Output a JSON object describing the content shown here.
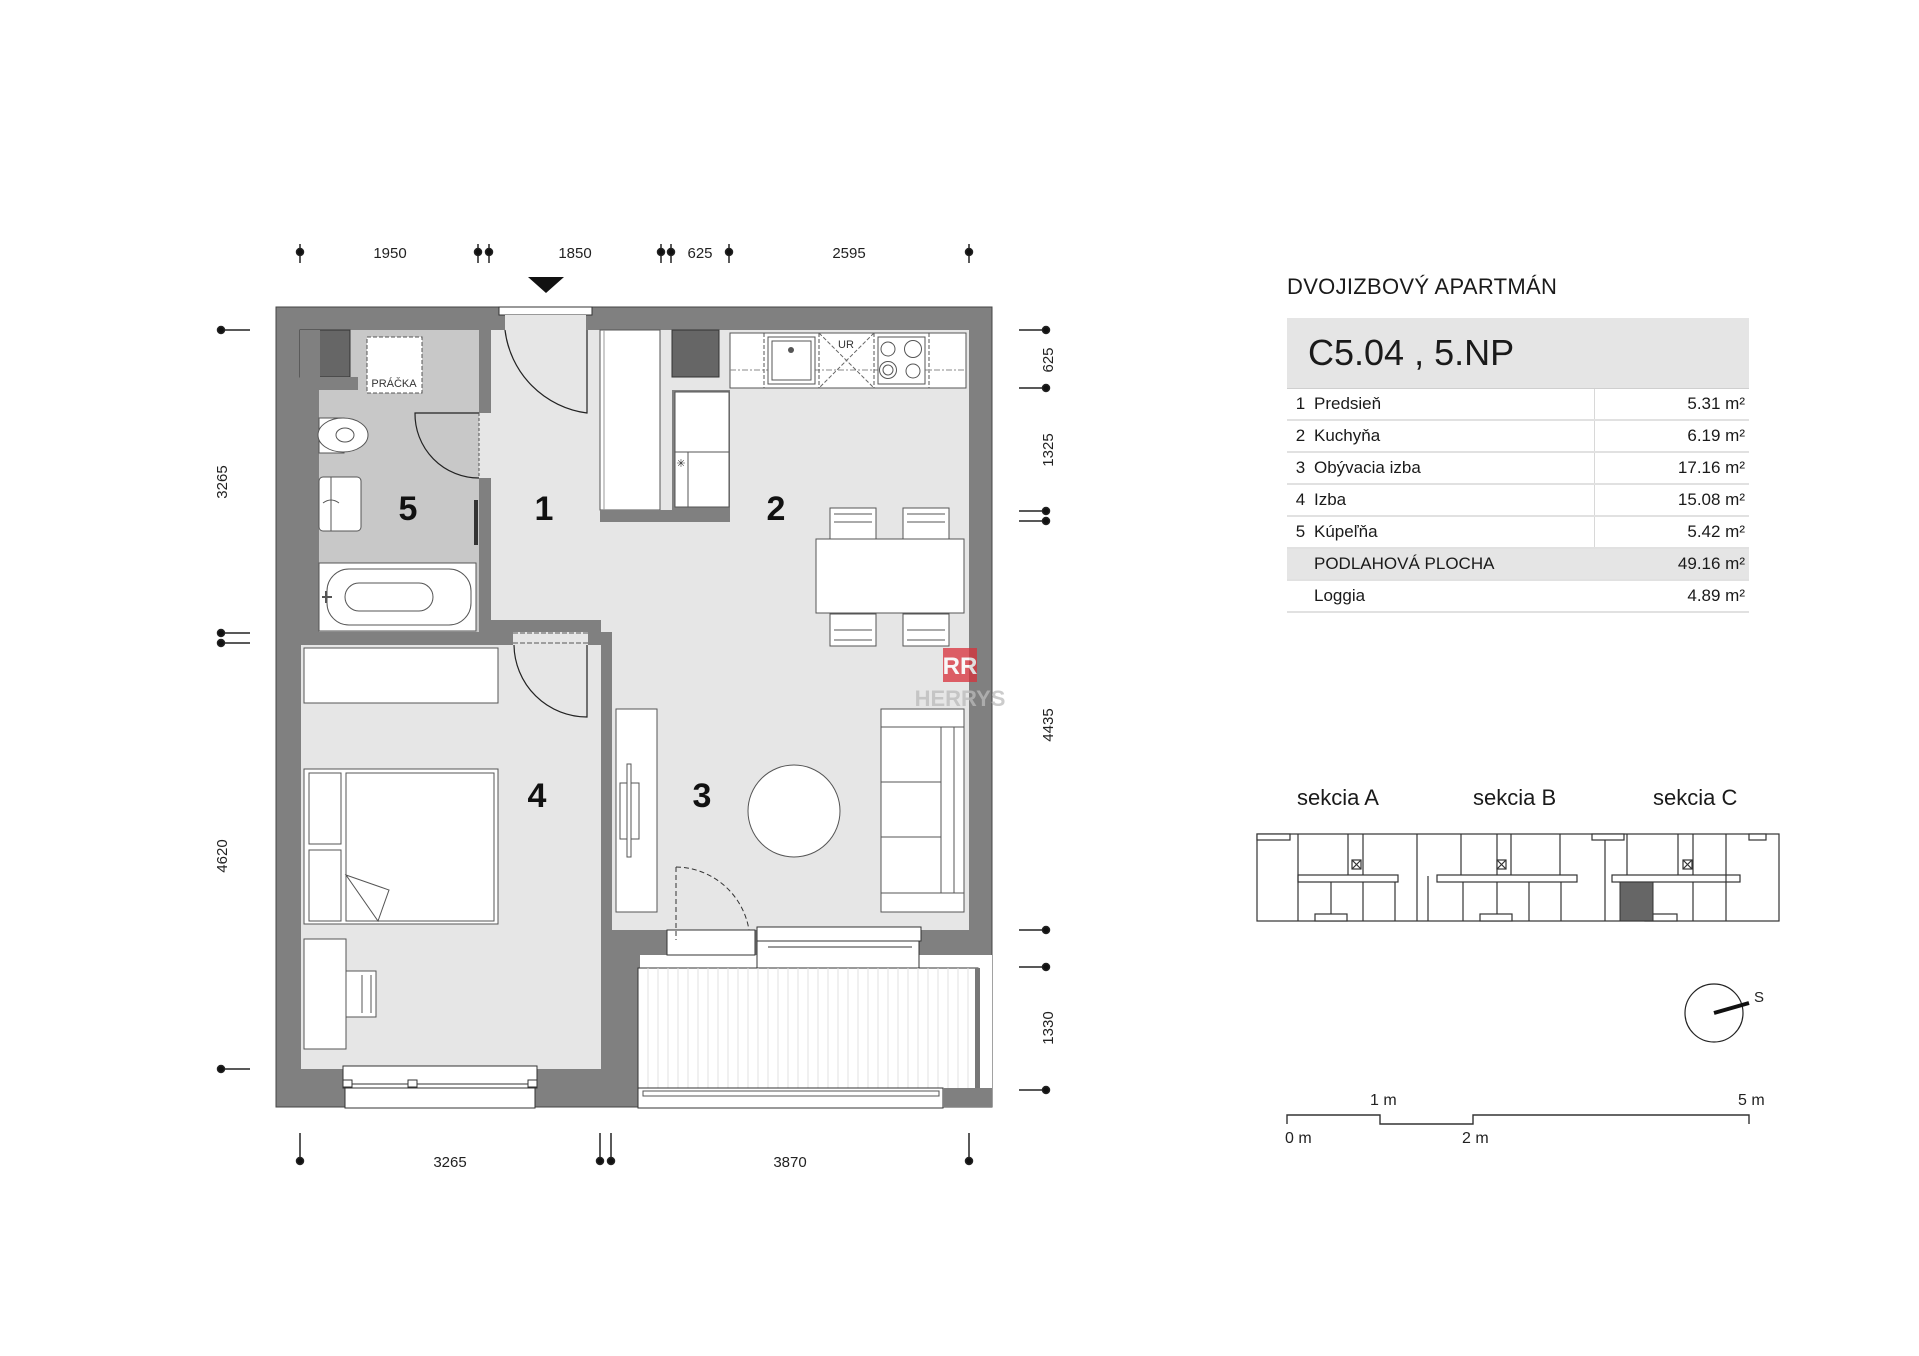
{
  "apartment": {
    "type_title": "DVOJIZBOVÝ APARTMÁN",
    "unit_label": "C5.04 ,  5.NP",
    "rooms": [
      {
        "num": "1",
        "name": "Predsieň",
        "area": "5.31 m²"
      },
      {
        "num": "2",
        "name": "Kuchyňa",
        "area": "6.19 m²"
      },
      {
        "num": "3",
        "name": "Obývacia izba",
        "area": "17.16 m²"
      },
      {
        "num": "4",
        "name": "Izba",
        "area": "15.08 m²"
      },
      {
        "num": "5",
        "name": "Kúpeľňa",
        "area": "5.42 m²"
      }
    ],
    "total": {
      "label": "PODLAHOVÁ PLOCHA",
      "area": "49.16 m²"
    },
    "loggia": {
      "label": "Loggia",
      "area": "4.89 m²"
    }
  },
  "floor_plan": {
    "room_numbers": [
      "1",
      "2",
      "3",
      "4",
      "5"
    ],
    "labels": {
      "washer": "PRÁČKA",
      "fridge": "UR"
    },
    "dimensions": {
      "top": [
        "1950",
        "1850",
        "625",
        "2595"
      ],
      "bottom": [
        "3265",
        "3870"
      ],
      "left": [
        "3265",
        "4620"
      ],
      "right": [
        "625",
        "1325",
        "4435",
        "1330"
      ]
    },
    "watermark": {
      "logo": "RR",
      "text": "HERRYS",
      "color": "#d9303a"
    },
    "colors": {
      "wall": "#808080",
      "wall_dark": "#666666",
      "floor": "#e6e6e6",
      "bathroom_floor": "#c8c8c8",
      "furniture": "#ffffff"
    }
  },
  "key_plan": {
    "sections": [
      "sekcia A",
      "sekcia B",
      "sekcia C"
    ],
    "highlight_color": "#666666"
  },
  "compass": {
    "label": "S"
  },
  "scale_bar": {
    "labels_top": [
      "1 m",
      "5 m"
    ],
    "labels_bottom": [
      "0 m",
      "2 m"
    ]
  }
}
